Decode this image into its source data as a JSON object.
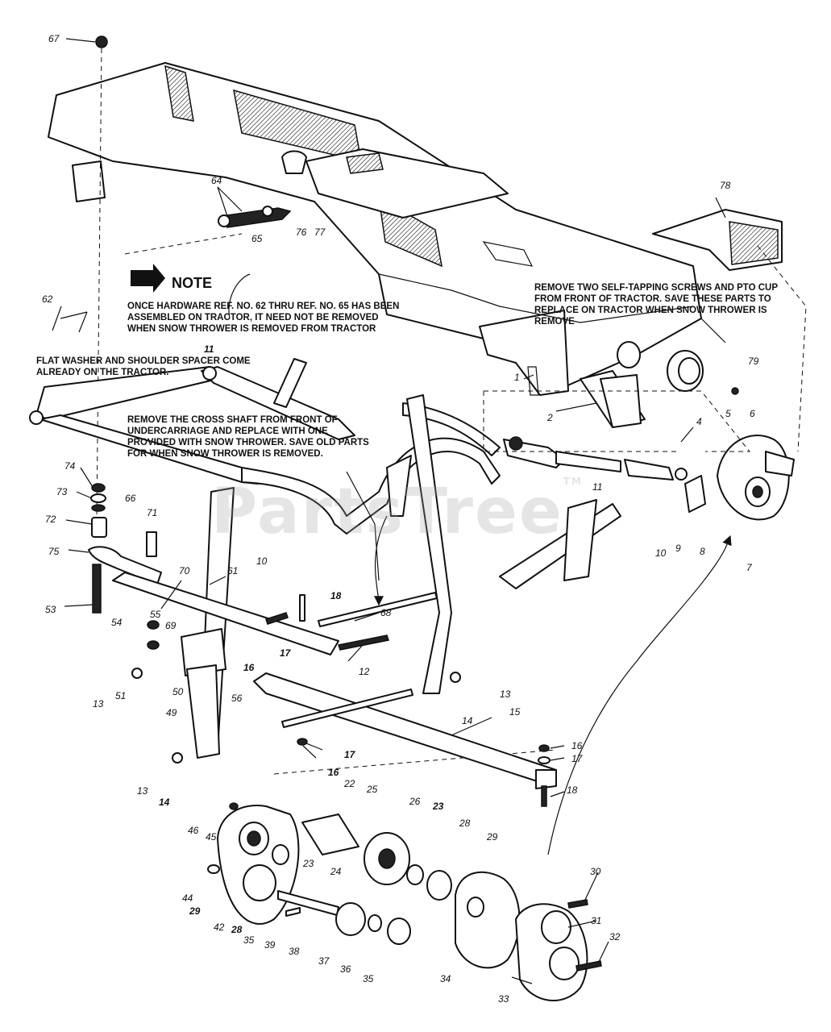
{
  "notes": {
    "arrow_label": "NOTE",
    "hardware_note": "ONCE HARDWARE REF. NO. 62 THRU REF. NO. 65 HAS BEEN ASSEMBLED ON TRACTOR, IT NEED NOT BE REMOVED WHEN SNOW THROWER IS REMOVED FROM TRACTOR",
    "washer_note": "FLAT WASHER AND SHOULDER SPACER COME ALREADY ON THE TRACTOR.",
    "cross_shaft_note": "REMOVE THE CROSS SHAFT FROM FRONT OF UNDERCARRIAGE AND REPLACE WITH ONE PROVIDED WITH SNOW THROWER. SAVE OLD PARTS FOR WHEN SNOW THROWER IS REMOVED.",
    "pto_note": "REMOVE TWO SELF-TAPPING SCREWS AND PTO CUP FROM FRONT OF TRACTOR. SAVE THESE PARTS TO REPLACE ON TRACTOR WHEN SNOW THROWER IS REMOVE"
  },
  "watermark": {
    "text": "PartsTree",
    "tm": "TM"
  },
  "callouts": [
    {
      "id": "c67",
      "text": "67"
    },
    {
      "id": "c64",
      "text": "64"
    },
    {
      "id": "c65",
      "text": "65"
    },
    {
      "id": "c76",
      "text": "76"
    },
    {
      "id": "c77",
      "text": "77"
    },
    {
      "id": "c78",
      "text": "78"
    },
    {
      "id": "c62",
      "text": "62"
    },
    {
      "id": "c11a",
      "text": "11"
    },
    {
      "id": "c1",
      "text": "1"
    },
    {
      "id": "c2",
      "text": "2"
    },
    {
      "id": "c79",
      "text": "79"
    },
    {
      "id": "c4",
      "text": "4"
    },
    {
      "id": "c5",
      "text": "5"
    },
    {
      "id": "c6",
      "text": "6"
    },
    {
      "id": "c11b",
      "text": "11"
    },
    {
      "id": "c74",
      "text": "74"
    },
    {
      "id": "c73",
      "text": "73"
    },
    {
      "id": "c66",
      "text": "66"
    },
    {
      "id": "c72",
      "text": "72"
    },
    {
      "id": "c71",
      "text": "71"
    },
    {
      "id": "c75",
      "text": "75"
    },
    {
      "id": "c10a",
      "text": "10"
    },
    {
      "id": "c9",
      "text": "9"
    },
    {
      "id": "c8",
      "text": "8"
    },
    {
      "id": "c7",
      "text": "7"
    },
    {
      "id": "c70",
      "text": "70"
    },
    {
      "id": "c61",
      "text": "61"
    },
    {
      "id": "c10b",
      "text": "10"
    },
    {
      "id": "c18a",
      "text": "18"
    },
    {
      "id": "c53",
      "text": "53"
    },
    {
      "id": "c55",
      "text": "55"
    },
    {
      "id": "c69",
      "text": "69"
    },
    {
      "id": "c54",
      "text": "54"
    },
    {
      "id": "c68",
      "text": "68"
    },
    {
      "id": "c17a",
      "text": "17"
    },
    {
      "id": "c16a",
      "text": "16"
    },
    {
      "id": "c12",
      "text": "12"
    },
    {
      "id": "c13a",
      "text": "13"
    },
    {
      "id": "c51",
      "text": "51"
    },
    {
      "id": "c50",
      "text": "50"
    },
    {
      "id": "c56",
      "text": "56"
    },
    {
      "id": "c49",
      "text": "49"
    },
    {
      "id": "c14a",
      "text": "14"
    },
    {
      "id": "c13b",
      "text": "13"
    },
    {
      "id": "c15",
      "text": "15"
    },
    {
      "id": "c17b",
      "text": "17"
    },
    {
      "id": "c16b",
      "text": "16"
    },
    {
      "id": "c16c",
      "text": "16"
    },
    {
      "id": "c17c",
      "text": "17"
    },
    {
      "id": "c13c",
      "text": "13"
    },
    {
      "id": "c14b",
      "text": "14"
    },
    {
      "id": "c18b",
      "text": "18"
    },
    {
      "id": "c22",
      "text": "22"
    },
    {
      "id": "c25",
      "text": "25"
    },
    {
      "id": "c26",
      "text": "26"
    },
    {
      "id": "c23a",
      "text": "23"
    },
    {
      "id": "c28a",
      "text": "28"
    },
    {
      "id": "c29a",
      "text": "29"
    },
    {
      "id": "c46",
      "text": "46"
    },
    {
      "id": "c45",
      "text": "45"
    },
    {
      "id": "c23b",
      "text": "23"
    },
    {
      "id": "c24",
      "text": "24"
    },
    {
      "id": "c30",
      "text": "30"
    },
    {
      "id": "c44",
      "text": "44"
    },
    {
      "id": "c29b",
      "text": "29"
    },
    {
      "id": "c42",
      "text": "42"
    },
    {
      "id": "c28b",
      "text": "28"
    },
    {
      "id": "c35a",
      "text": "35"
    },
    {
      "id": "c39",
      "text": "39"
    },
    {
      "id": "c38",
      "text": "38"
    },
    {
      "id": "c37",
      "text": "37"
    },
    {
      "id": "c36",
      "text": "36"
    },
    {
      "id": "c35b",
      "text": "35"
    },
    {
      "id": "c34",
      "text": "34"
    },
    {
      "id": "c31",
      "text": "31"
    },
    {
      "id": "c32",
      "text": "32"
    },
    {
      "id": "c33",
      "text": "33"
    }
  ]
}
